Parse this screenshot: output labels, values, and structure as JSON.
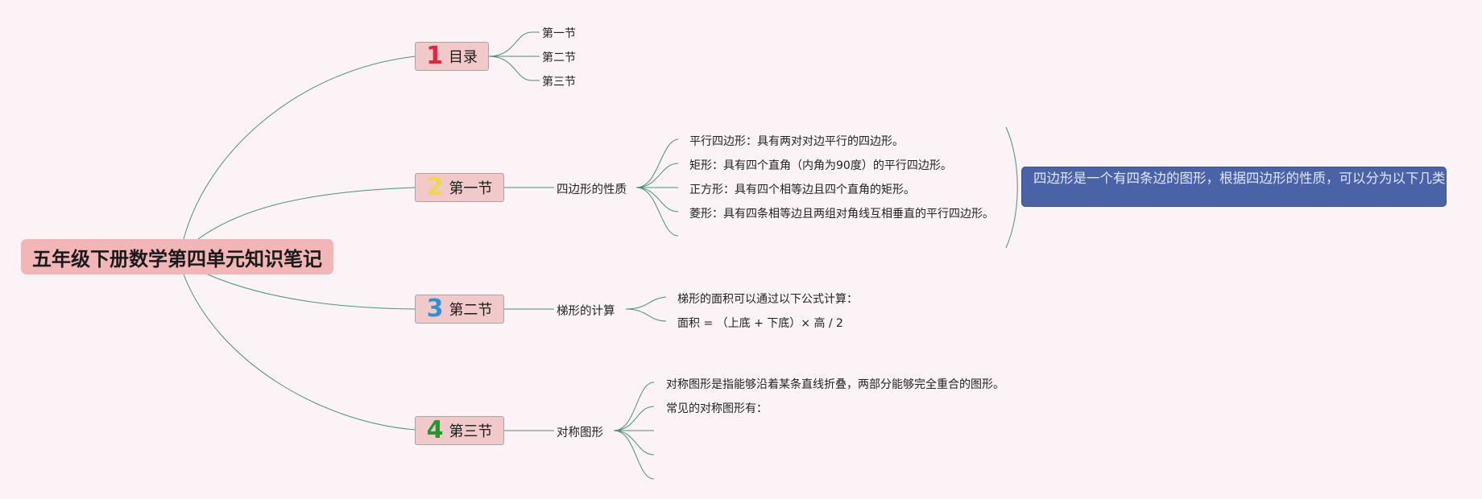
{
  "title": "五年级下册数学第四单元知识笔记",
  "topics": {
    "t1": {
      "num": "1",
      "num_color": "#e2273c",
      "label": "目录"
    },
    "t2": {
      "num": "2",
      "num_color": "#f4d54a",
      "label": "第一节"
    },
    "t3": {
      "num": "3",
      "num_color": "#2e90d6",
      "label": "第二节"
    },
    "t4": {
      "num": "4",
      "num_color": "#1f9a31",
      "label": "第三节"
    }
  },
  "toc": [
    "第一节",
    "第二节",
    "第三节"
  ],
  "section1": {
    "heading": "四边形的性质",
    "items": [
      "平行四边形：具有两对对边平行的四边形。",
      "矩形：具有四个直角（内角为90度）的平行四边形。",
      "正方形：具有四个相等边且四个直角的矩形。",
      "菱形：具有四条相等边且两组对角线互相垂直的平行四边形。"
    ],
    "summary": "四边形是一个有四条边的图形，根据四边形的性质，可以分为以下几类："
  },
  "section2": {
    "heading": "梯形的计算",
    "items": [
      "梯形的面积可以通过以下公式计算：",
      "面积 = （上底 + 下底）× 高 / 2"
    ]
  },
  "section3": {
    "heading": "对称图形",
    "items": [
      "对称图形是指能够沿着某条直线折叠，两部分能够完全重合的图形。",
      "常见的对称图形有："
    ]
  },
  "colors": {
    "background": "#fbf3f5",
    "connector": "#4f8f79",
    "root_fill": "#f2b6b6",
    "topic_fill": "#f1c9c9",
    "callout_fill": "#4a63a6"
  }
}
